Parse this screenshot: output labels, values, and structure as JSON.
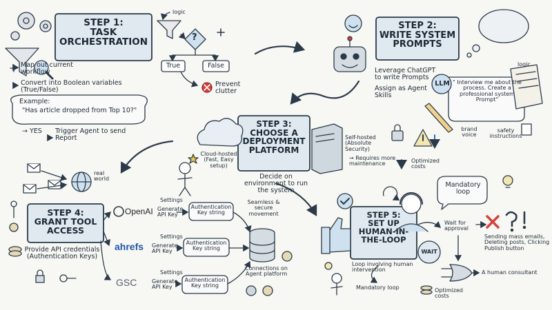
{
  "colors": {
    "box_fill": "#dfe9ef",
    "box_stroke": "#2b3a48",
    "accent_blue": "#2f6fb5",
    "accent_red": "#d6403a",
    "ink": "#1d2935",
    "ahrefs_orange": "#f28c1a",
    "ahrefs_blue": "#1f58a8"
  },
  "step1": {
    "title_line1": "STEP 1:",
    "title_line2": "TASK",
    "title_line3": "ORCHESTRATION",
    "logic_label": "logic",
    "decision_mark": "?",
    "true_label": "True",
    "false_label": "False",
    "prevent_label": "Prevent clutter",
    "bullet1": "Map out current workflow",
    "bullet2": "Convert into Boolean variables (True/False)",
    "example_label": "Example:",
    "example_quote": "\"Has article dropped from Top 10?\"",
    "yes_label": "→ YES",
    "trigger_label": "Trigger Agent to send Report"
  },
  "step2": {
    "title_line1": "STEP 2:",
    "title_line2": "WRITE SYSTEM",
    "title_line3": "PROMPTS",
    "bullet1": "Leverage ChatGPT to write Prompts",
    "bullet2": "Assign as Agent Skills",
    "llm_label": "LLM",
    "prompt_quote": "\" Interview me about the process. Create a professional system Prompt\"",
    "logic_label": "logic",
    "brand_voice": "brand voice",
    "safety": "safety instructions"
  },
  "step3": {
    "title_line1": "STEP 3:",
    "title_line2": "CHOOSE A",
    "title_line3": "DEPLOYMENT",
    "title_line4": "PLATFORM",
    "cloud_label": "Cloud-hosted (Fast, Easy setup)",
    "self_label": "Self-hosted (Absolute Security)",
    "maintenance": "→ Requires more maintenance",
    "optimized": "Optimized costs",
    "decide": "Decide on environment to run the system"
  },
  "step4": {
    "title_line1": "STEP 4:",
    "title_line2": "GRANT TOOL",
    "title_line3": "ACCESS",
    "real_world": "real world",
    "provide": "Provide API credentials (Authentication Keys)",
    "tools": [
      {
        "name": "OpenAI",
        "settings": "Settings",
        "generate": "Generate API Key",
        "auth": "Authentication Key string"
      },
      {
        "name": "ahrefs",
        "settings": "Settings",
        "generate": "Generate API Key",
        "auth": "Authentication Key string"
      },
      {
        "name": "GSC",
        "settings": "Settings",
        "generate": "Generate API Key",
        "auth": "Authentication Key string"
      }
    ],
    "seamless": "Seamless & secure movement",
    "connections": "Connections on Agent platform"
  },
  "step5": {
    "title_line1": "STEP 5:",
    "title_line2": "SET UP",
    "title_line3": "HUMAN-IN-",
    "title_line4": "THE-LOOP",
    "mandatory_bubble": "Mandatory loop",
    "wait_for": "Wait for approval",
    "wait_tag": "WAIT",
    "examples": "Sending mass emails, Deleting posts, Clicking Publish button",
    "consultant": "A human consultant",
    "loop_involving": "Loop involving human intervention",
    "mandatory_loop": "Mandatory loop",
    "optimized": "Optimized costs"
  }
}
